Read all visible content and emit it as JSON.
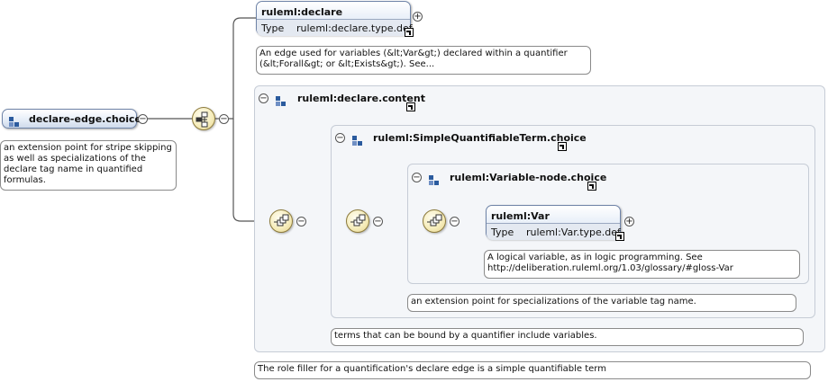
{
  "root": {
    "name": "declare-edge.choice",
    "doc": "an extension point for stripe skipping\nas well as specializations of the\ndeclare tag name in quantified\nformulas.",
    "icon": "choice-group-icon"
  },
  "declare_element": {
    "name": "ruleml:declare",
    "type_label": "Type",
    "type_value": "ruleml:declare.type.def",
    "doc": "An edge used for variables (&lt;Var&gt;) declared within a quantifier\n(&lt;Forall&gt; or &lt;Exists&gt;). See..."
  },
  "groups": [
    {
      "name": "ruleml:declare.content",
      "doc": "The role filler for a quantification's declare edge is a simple quantifiable term"
    },
    {
      "name": "ruleml:SimpleQuantifiableTerm.choice",
      "doc": "terms that can be bound by a quantifier include variables."
    },
    {
      "name": "ruleml:Variable-node.choice",
      "doc": "an extension point for specializations of the variable tag name."
    }
  ],
  "var_element": {
    "name": "ruleml:Var",
    "type_label": "Type",
    "type_value": "ruleml:Var.type.def",
    "doc": "A logical variable, as in logic programming. See\nhttp://deliberation.ruleml.org/1.03/glossary/#gloss-Var"
  },
  "symbols": {
    "collapse": "−",
    "expand": "+"
  },
  "colors": {
    "element_border": "#6f84a8",
    "compositor_fill": "#f6edbd",
    "group_fill": "#f4f6f9"
  }
}
